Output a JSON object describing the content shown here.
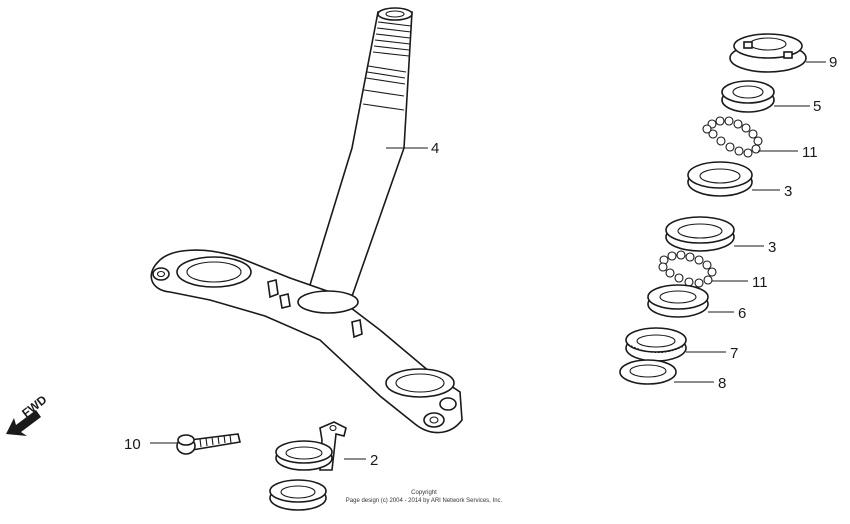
{
  "callouts": {
    "c9": "9",
    "c5": "5",
    "c11a": "11",
    "c3a": "3",
    "c4": "4",
    "c3b": "3",
    "c11b": "11",
    "c6": "6",
    "c7": "7",
    "c8": "8",
    "c10": "10",
    "c2": "2"
  },
  "fwd_label": "FWD",
  "copyright": {
    "line1": "Copyright",
    "line2": "Page design (c) 2004 - 2014 by ARI Network Services, Inc."
  }
}
